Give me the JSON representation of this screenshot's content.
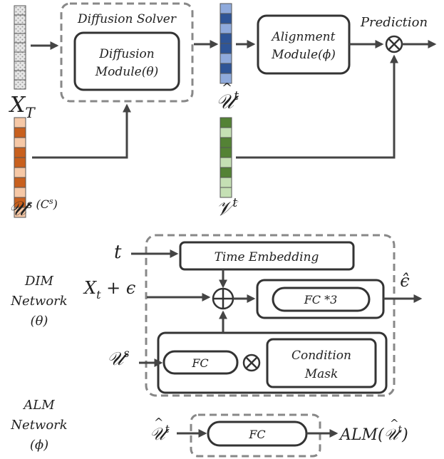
{
  "top": {
    "diffusion_solver_label": "Diffusion Solver",
    "diffusion_module_line1": "Diffusion",
    "diffusion_module_line2": "Module(θ)",
    "alignment_module_line1": "Alignment",
    "alignment_module_line2": "Module(ϕ)",
    "prediction_label": "Prediction",
    "xt_label": "X",
    "xt_sub": "T",
    "ut_label": "𝒰",
    "ut_sup": "t",
    "us_label": "𝒰",
    "us_sup": "s (C",
    "us_sup2": "s",
    "us_sup_close": ")",
    "vt_label": "𝒱",
    "vt_sup": "t",
    "colors": {
      "noise": "#d9d9d9",
      "source_orange_dark": "#c8601e",
      "source_orange_light": "#f6c8a6",
      "blue_dark": "#2f5597",
      "blue_light": "#8faadc",
      "green_dark": "#548235",
      "green_light": "#c5e0b4"
    }
  },
  "dim": {
    "net_label_1": "DIM",
    "net_label_2": "Network",
    "net_label_3": "(θ)",
    "t_input": "t",
    "x_input": "X",
    "x_input_sub": "t",
    "x_input_rest": " + ϵ",
    "u_input": "𝒰",
    "u_input_sup": "s",
    "time_embedding": "Time Embedding",
    "fc3": "FC *3",
    "fc": "FC",
    "condition_line1": "Condition",
    "condition_line2": "Mask",
    "output": "ϵ̂"
  },
  "alm": {
    "net_label_1": "ALM",
    "net_label_2": "Network",
    "net_label_3": "(ϕ)",
    "input": "𝒰",
    "input_sup": "t",
    "fc": "FC",
    "output": "ALM(𝒰",
    "output_sup": "t",
    "output_close": ")"
  }
}
